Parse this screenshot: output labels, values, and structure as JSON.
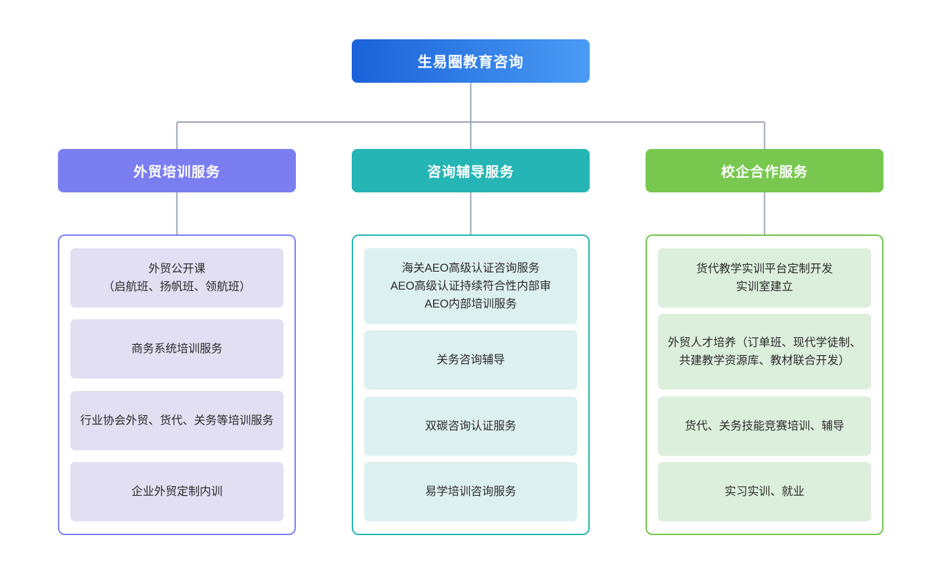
{
  "root": {
    "label": "生易圈教育咨询",
    "gradient_from": "#1a62d8",
    "gradient_to": "#4a9bf5"
  },
  "connector_color": "#9aa5b5",
  "branches": [
    {
      "id": "foreign-trade-training",
      "header_label": "外贸培训服务",
      "header_color": "#7b7ef0",
      "border_color": "#7b7ef0",
      "chip_color": "#e2dff2",
      "items": [
        {
          "label": "外贸公开课\n（启航班、扬帆班、领航班）",
          "height": 86
        },
        {
          "label": "商务系统培训服务",
          "height": 86
        },
        {
          "label": "行业协会外贸、货代、关务等培训服务",
          "height": 86
        },
        {
          "label": "企业外贸定制内训",
          "height": 86
        }
      ]
    },
    {
      "id": "consulting-tutoring",
      "header_label": "咨询辅导服务",
      "header_color": "#26b5b5",
      "border_color": "#26b5b5",
      "chip_color": "#ddf0f0",
      "items": [
        {
          "label": "海关AEO高级认证咨询服务\nAEO高级认证持续符合性内部审\nAEO内部培训服务",
          "height": 110
        },
        {
          "label": "关务咨询辅导",
          "height": 86
        },
        {
          "label": "双碳咨询认证服务",
          "height": 86
        },
        {
          "label": "易学培训咨询服务",
          "height": 86
        }
      ]
    },
    {
      "id": "school-enterprise-cooperation",
      "header_label": "校企合作服务",
      "header_color": "#78c850",
      "border_color": "#6dc84a",
      "chip_color": "#dcefdc",
      "items": [
        {
          "label": "货代教学实训平台定制开发\n实训室建立",
          "height": 86
        },
        {
          "label": "外贸人才培养（订单班、现代学徒制、共建教学资源库、教材联合开发）",
          "height": 110
        },
        {
          "label": "货代、关务技能竞赛培训、辅导",
          "height": 86
        },
        {
          "label": "实习实训、就业",
          "height": 86
        }
      ]
    }
  ]
}
